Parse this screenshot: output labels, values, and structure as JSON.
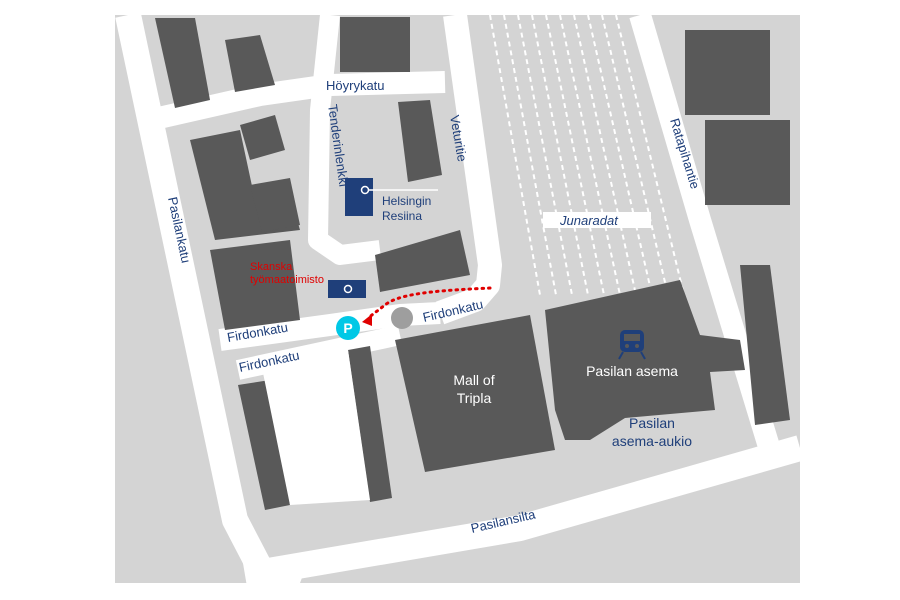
{
  "streets": {
    "hoyrykatu": "Höyrykatu",
    "tenderinlenkki": "Tenderinlenkki",
    "veturitie": "Veturitie",
    "ratapihantie": "Ratapihantie",
    "pasilankatu": "Pasilankatu",
    "firdonkatu_upper": "Firdonkatu",
    "firdonkatu_left": "Firdonkatu",
    "firdonkatu_lower": "Firdonkatu",
    "pasilansilta": "Pasilansilta"
  },
  "places": {
    "helsingin_line1": "Helsingin",
    "helsingin_line2": "Resiina",
    "skanska_line1": "Skanska",
    "skanska_line2": "työmaatoimisto",
    "junaradat": "Junaradat",
    "mall_line1": "Mall of",
    "mall_line2": "Tripla",
    "pasilan_asema": "Pasilan asema",
    "aukio_line1": "Pasilan",
    "aukio_line2": "asema-aukio"
  },
  "markers": {
    "parking_letter": "P",
    "parking_icon": "parking-icon",
    "train_icon": "train-icon",
    "location_icon": "location-pin-icon"
  },
  "colors": {
    "background": "#d4d4d4",
    "road": "#ffffff",
    "building": "#595959",
    "marker_blue": "#1f3f7a",
    "parking": "#00c8e6",
    "route_red": "#e00000",
    "label_blue": "#1f3f7a"
  }
}
